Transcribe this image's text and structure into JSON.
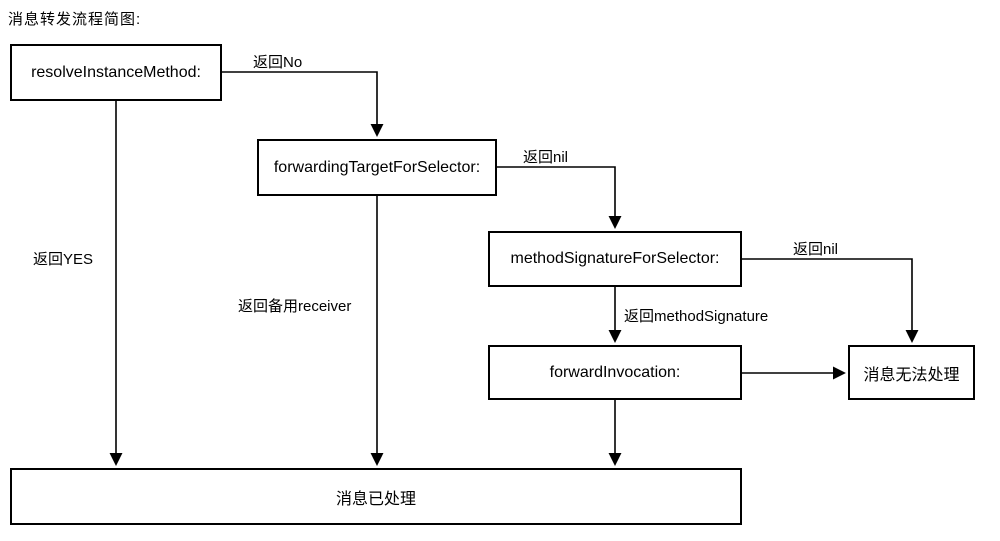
{
  "title": "消息转发流程简图:",
  "nodes": {
    "resolve_instance_method": "resolveInstanceMethod:",
    "forwarding_target_for_selector": "forwardingTargetForSelector:",
    "method_signature_for_selector": "methodSignatureForSelector:",
    "forward_invocation": "forwardInvocation:",
    "message_unhandled": "消息无法处理",
    "message_handled": "消息已处理"
  },
  "edge_labels": {
    "return_no": "返回No",
    "return_yes": "返回YES",
    "return_nil_after_forwarding_target": "返回nil",
    "return_backup_receiver": "返回备用receiver",
    "return_nil_after_method_signature": "返回nil",
    "return_method_signature": "返回methodSignature"
  },
  "colors": {
    "background": "#ffffff",
    "box_border": "#000000",
    "text": "#000000",
    "arrow": "#000000"
  }
}
